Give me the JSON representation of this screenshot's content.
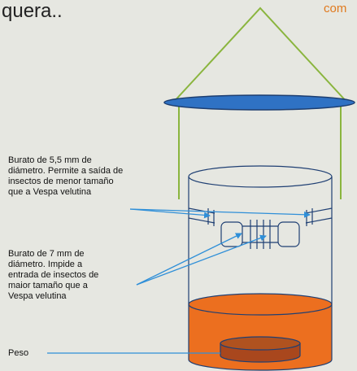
{
  "title_fragment": "quera..",
  "corner_fragment": "com",
  "labels": {
    "exit_hole": "Burato de 5,5 mm de diámetro. Permite a saída de insectos de menor tamaño que a Vespa velutina",
    "entry_hole": "Burato de 7 mm de diámetro. Impide a entrada de insectos de maior tamaño que a Vespa velutina",
    "weight": "Peso"
  },
  "colors": {
    "background": "#e6e7e1",
    "roof_line": "#8ab53e",
    "lid": "#2f72c4",
    "liquid": "#ec6f1f",
    "weight_fill": "#a9471d",
    "arrow": "#2f8fd8",
    "outline": "#1f3f73"
  }
}
